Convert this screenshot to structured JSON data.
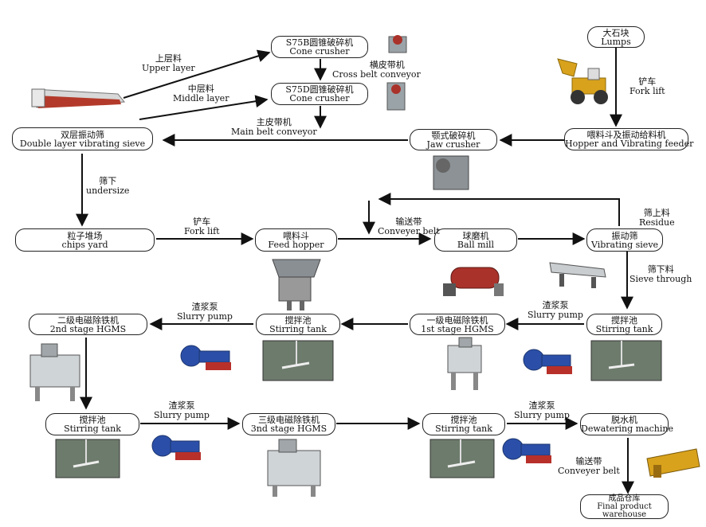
{
  "nodes": {
    "lumps": {
      "zh": "大石块",
      "en": "Lumps"
    },
    "hopper_feeder": {
      "zh": "喂料斗及振动给料机",
      "en": "Hopper and  Vibrating feeder"
    },
    "jaw_crusher": {
      "zh": "颚式破碎机",
      "en": "Jaw crusher"
    },
    "s75b": {
      "zh": "S75B圆锥破碎机",
      "en": "Cone crusher"
    },
    "s75d": {
      "zh": "S75D圆锥破碎机",
      "en": "Cone crusher"
    },
    "double_sieve": {
      "zh": "双层振动筛",
      "en": "Double layer vibrating sieve"
    },
    "chips_yard": {
      "zh": "粒子堆场",
      "en": "chips yard"
    },
    "feed_hopper": {
      "zh": "喂料斗",
      "en": "Feed hopper"
    },
    "ball_mill": {
      "zh": "球磨机",
      "en": "Ball mill"
    },
    "vib_sieve": {
      "zh": "振动筛",
      "en": "Vibrating sieve"
    },
    "stir_tank_1": {
      "zh": "搅拌池",
      "en": "Stirring tank"
    },
    "hgms_1": {
      "zh": "一级电磁除铁机",
      "en": "1st stage HGMS"
    },
    "stir_tank_2": {
      "zh": "搅拌池",
      "en": "Stirring tank"
    },
    "hgms_2": {
      "zh": "二级电磁除铁机",
      "en": "2nd stage HGMS"
    },
    "stir_tank_3": {
      "zh": "搅拌池",
      "en": "Stirring tank"
    },
    "hgms_3": {
      "zh": "三级电磁除铁机",
      "en": "3nd stage HGMS"
    },
    "stir_tank_4": {
      "zh": "搅拌池",
      "en": "Stirring tank"
    },
    "dewater": {
      "zh": "脱水机",
      "en": "Dewatering machine"
    },
    "warehouse": {
      "zh": "成品仓库",
      "en": "Final product warehouse"
    }
  },
  "edge_labels": {
    "forklift_1": {
      "zh": "铲车",
      "en": "Fork lift"
    },
    "cross_belt": {
      "zh": "横皮带机",
      "en": "Cross belt conveyor"
    },
    "upper_layer": {
      "zh": "上层料",
      "en": "Upper layer"
    },
    "middle_layer": {
      "zh": "中层料",
      "en": "Middle layer"
    },
    "main_belt": {
      "zh": "主皮带机",
      "en": "Main belt conveyor"
    },
    "undersize": {
      "zh": "筛下",
      "en": "undersize"
    },
    "forklift_2": {
      "zh": "铲车",
      "en": "Fork lift"
    },
    "conveyer_belt_1": {
      "zh": "输送带",
      "en": "Conveyer belt"
    },
    "residue": {
      "zh": "筛上料",
      "en": "Residue"
    },
    "sieve_through": {
      "zh": "筛下料",
      "en": "Sieve through"
    },
    "slurry_pump_1": {
      "zh": "渣浆泵",
      "en": "Slurry pump"
    },
    "slurry_pump_2": {
      "zh": "渣浆泵",
      "en": "Slurry pump"
    },
    "slurry_pump_3": {
      "zh": "渣浆泵",
      "en": "Slurry pump"
    },
    "slurry_pump_4": {
      "zh": "渣浆泵",
      "en": "Slurry pump"
    },
    "conveyer_belt_2": {
      "zh": "输送带",
      "en": "Conveyer belt"
    }
  },
  "colors": {
    "line": "#111111",
    "pump_blue": "#2b4fa8",
    "pump_red": "#b8302a",
    "tank_water": "#6d7b6c",
    "mill_red": "#a9322a",
    "loader_yellow": "#d9a21c",
    "steel": "#9aa3a8"
  }
}
